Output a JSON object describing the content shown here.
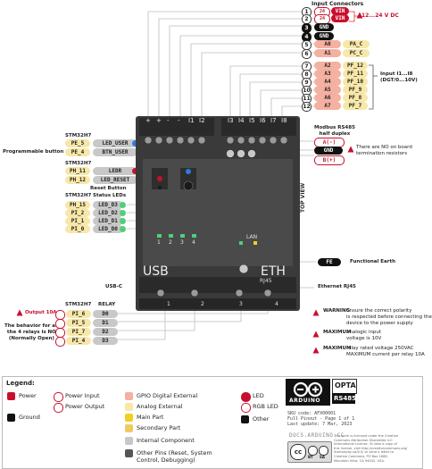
{
  "header": {
    "input_connectors": "Input Connectors",
    "voltage_range": "12...24 V DC"
  },
  "power_pins": [
    {
      "num": "1",
      "sym": "24",
      "label": "VIN"
    },
    {
      "num": "2",
      "sym": "24",
      "label": "VIN"
    },
    {
      "num": "3",
      "label": "GND"
    },
    {
      "num": "4",
      "label": "GND"
    }
  ],
  "analog_top": [
    {
      "num": "5",
      "a": "A0",
      "p": "PA_C"
    },
    {
      "num": "6",
      "a": "A1",
      "p": "PC_C"
    }
  ],
  "inputs_group_label": "Input I1...I8\n(DGT/0...10V)",
  "analog_inputs": [
    {
      "num": "7",
      "a": "A2",
      "p": "PF_12"
    },
    {
      "num": "8",
      "a": "A3",
      "p": "PF_11"
    },
    {
      "num": "9",
      "a": "A4",
      "p": "PF_10"
    },
    {
      "num": "10",
      "a": "A5",
      "p": "PF_9"
    },
    {
      "num": "11",
      "a": "A6",
      "p": "PF_8"
    },
    {
      "num": "12",
      "a": "A7",
      "p": "PF_7"
    }
  ],
  "terminal_top": [
    "+",
    "+",
    "-",
    "-",
    "I1",
    "I2",
    "I3",
    "I4",
    "I5",
    "I6",
    "I7",
    "I8"
  ],
  "modbus": {
    "title": "Modbus RS485\nhalf duplex",
    "pins": [
      "A(-)",
      "GND",
      "B(+)"
    ],
    "note": "There are NO on board\ntermination resistors"
  },
  "left_top": {
    "chip1": "STM32H7",
    "pins1": [
      [
        "PE_5",
        "LED_USER"
      ],
      [
        "PE_4",
        "BTN_USER"
      ]
    ],
    "prog_btn": "Programmable button",
    "chip2": "STM32H7",
    "pins2": [
      [
        "PH_11",
        "LEDR"
      ],
      [
        "PH_12",
        "LED_RESET"
      ]
    ],
    "reset_btn": "Reset Button"
  },
  "status_leds": {
    "chip": "STM32H7",
    "title": "Status LEDs",
    "pins": [
      [
        "PH_15",
        "LED_D3"
      ],
      [
        "PI_2",
        "LED_D2"
      ],
      [
        "PI_1",
        "LED_D1"
      ],
      [
        "PI_0",
        "LED_D0"
      ]
    ]
  },
  "board": {
    "top_view": "TOP VIEW",
    "led_numbers": [
      "1",
      "2",
      "3",
      "4"
    ],
    "lan": "LAN",
    "usb": "USB",
    "eth": "ETH",
    "rj45": "RJ45",
    "relay_nums": [
      "1",
      "2",
      "3",
      "4"
    ]
  },
  "functional_earth": {
    "pin": "FE",
    "label": "Functional Earth"
  },
  "usb_label": "USB-C",
  "eth_label": "Ethernet RJ45",
  "relays": {
    "chip": "STM32H7",
    "title": "RELAY",
    "output": "Output 10A",
    "behavior": "The behavior for all\nthe 4 relays is NO\n(Normally Open)",
    "pins": [
      [
        "PI_6",
        "D0"
      ],
      [
        "PI_5",
        "D1"
      ],
      [
        "PI_7",
        "D2"
      ],
      [
        "PI_4",
        "D3"
      ]
    ]
  },
  "warnings": [
    {
      "bold": "WARNING",
      "text": "Ensure the correct polarity\nis respected before connecting the\ndevice to the power supply"
    },
    {
      "bold": "MAXIMUM",
      "text": "analogic input\nvoltage is 10V"
    },
    {
      "bold": "MAXIMUM",
      "text": "relay rated voltage 250VAC\nMAXIMUM current per relay 10A"
    }
  ],
  "legend": {
    "title": "Legend:",
    "items": [
      {
        "label": "Power",
        "color": "#c8102e"
      },
      {
        "label": "Ground",
        "color": "#111111"
      },
      {
        "label": "Power Input",
        "color": "#e8e8e8"
      },
      {
        "label": "Power Output",
        "color": "#e8e8e8"
      },
      {
        "label": "GPIO Digital External",
        "color": "#f4b0a0"
      },
      {
        "label": "Analog External",
        "color": "#f7e7a8"
      },
      {
        "label": "Main Part",
        "color": "#f0d020"
      },
      {
        "label": "Secondary Part",
        "color": "#f4c860"
      },
      {
        "label": "Internal Component",
        "color": "#c8c8c8"
      },
      {
        "label": "Other Pins (Reset, System\nControl, Debugging)",
        "color": "#555555"
      },
      {
        "label": "LED",
        "color": "#e8e8e8"
      },
      {
        "label": "RGB LED",
        "color": "#e8e8e8"
      },
      {
        "label": "Other",
        "color": "#111111"
      }
    ]
  },
  "brand": {
    "name": "ARDUINO",
    "product": "OPTA",
    "variant": "RS485",
    "sku": "SKU code: AFX00001",
    "pinout": "Full Pinout - Page 1 of 1",
    "updated": "Last update: 7 Mar, 2023",
    "docs": "DOCS.ARDUINO.CC",
    "cc": "cc",
    "by": "BY",
    "sa": "SA",
    "license": "This work is licensed under the Creative\nCommons Attribution-ShareAlike 4.0\nInternational License. To view a copy of\nthis license, visit http://creativecommons.org/\nlicenses/by-sa/4.0/ or send a letter to\nCreative Commons, PO Box 1866,\nMountain View, CA 94042, USA."
  }
}
